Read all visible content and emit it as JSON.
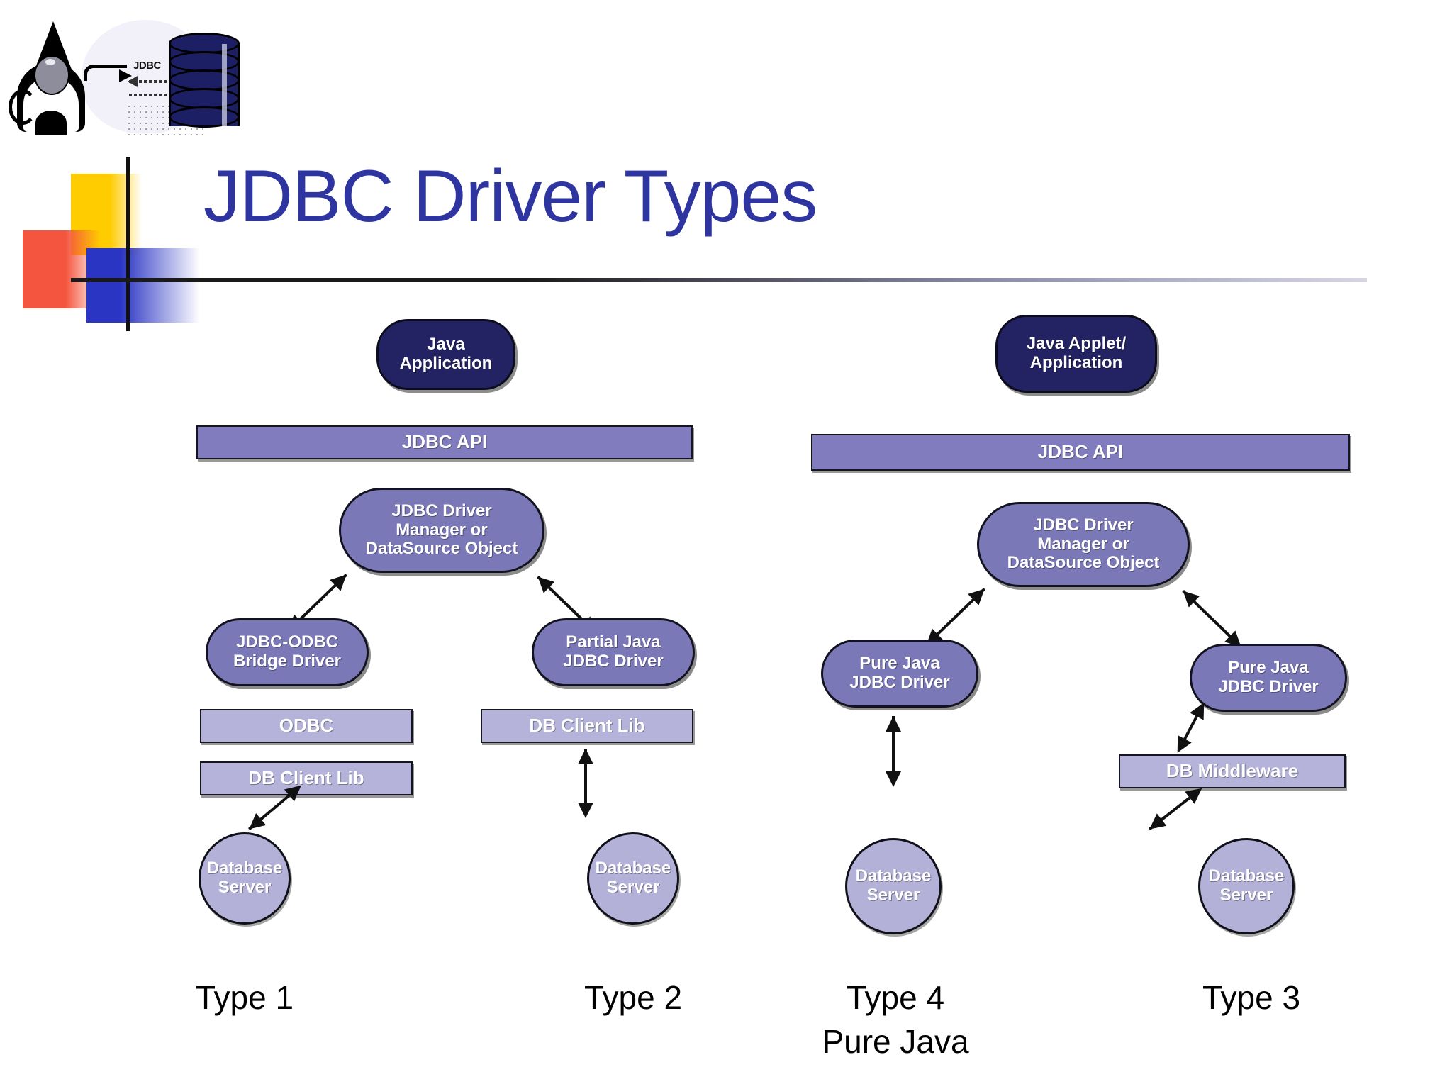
{
  "slide": {
    "title": "JDBC Driver Types",
    "title_color": "#2e35a0",
    "clipart_label": "JDBC"
  },
  "diagram": {
    "left_group": {
      "app_node": "Java\nApplication",
      "app_node_line1": "Java",
      "app_node_line2": "Application",
      "api_bar": "JDBC API",
      "manager_line1": "JDBC Driver",
      "manager_line2": "Manager or",
      "manager_line3": "DataSource Object",
      "driver_a_line1": "JDBC-ODBC",
      "driver_a_line2": "Bridge Driver",
      "driver_b_line1": "Partial Java",
      "driver_b_line2": "JDBC Driver",
      "odbc_bar": "ODBC",
      "db_client_lib_a": "DB Client Lib",
      "db_client_lib_b": "DB Client Lib",
      "db_server_a_line1": "Database",
      "db_server_a_line2": "Server",
      "db_server_b_line1": "Database",
      "db_server_b_line2": "Server",
      "type_label_left": "Type 1",
      "type_label_right": "Type 2"
    },
    "right_group": {
      "app_node_line1": "Java Applet/",
      "app_node_line2": "Application",
      "api_bar": "JDBC API",
      "manager_line1": "JDBC Driver",
      "manager_line2": "Manager or",
      "manager_line3": "DataSource Object",
      "driver_a_line1": "Pure Java",
      "driver_a_line2": "JDBC Driver",
      "driver_b_line1": "Pure Java",
      "driver_b_line2": "JDBC Driver",
      "middleware_bar": "DB Middleware",
      "db_server_a_line1": "Database",
      "db_server_a_line2": "Server",
      "db_server_b_line1": "Database",
      "db_server_b_line2": "Server",
      "type_label_left": "Type 4",
      "type_label_left_sub": "Pure Java",
      "type_label_right": "Type 3"
    }
  },
  "colors": {
    "title": "#2e35a0",
    "node_dark": "#232363",
    "node_mid": "#7b78b8",
    "bar": "#807cbd",
    "bar_light": "#b6b3db",
    "circle": "#b4b1d9",
    "decor_yellow": "#ffcc00",
    "decor_red": "#f4553e",
    "decor_blue": "#2b35c4"
  }
}
